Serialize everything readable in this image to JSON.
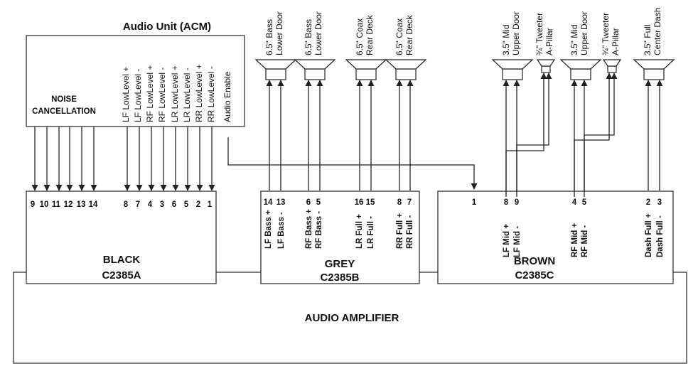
{
  "title": "Audio Unit (ACM)",
  "noise_cancellation": [
    "NOISE",
    "CANCELLATION"
  ],
  "acm_signals": [
    "LF LowLevel +",
    "LF LowLevel -",
    "RF LowLevel +",
    "RF LowLevel -",
    "LR LowLevel +",
    "LR LowLevel -",
    "RR LowLevel +",
    "RR LowLevel -",
    "Audio Enable"
  ],
  "amplifier": "AUDIO AMPLIFIER",
  "connectors": [
    {
      "name": "BLACK",
      "code": "C2385A"
    },
    {
      "name": "GREY",
      "code": "C2385B"
    },
    {
      "name": "BROWN",
      "code": "C2385C"
    }
  ],
  "black_pins": [
    "9",
    "10",
    "11",
    "12",
    "13",
    "14",
    "8",
    "7",
    "4",
    "3",
    "6",
    "5",
    "2",
    "1"
  ],
  "grey_pins": [
    "14",
    "13",
    "6",
    "5",
    "16",
    "15",
    "8",
    "7"
  ],
  "grey_signals": [
    "LF Bass +",
    "LF Bass -",
    "RF Bass +",
    "RF Bass -",
    "LR Full +",
    "LR Full -",
    "RR Full +",
    "RR Full -"
  ],
  "brown_pins": [
    "1",
    "8",
    "9",
    "4",
    "5",
    "2",
    "3"
  ],
  "brown_signals": [
    "LF Mid +",
    "LF Mid -",
    "RF Mid +",
    "RF Mid -",
    "Dash Full +",
    "Dash Full -"
  ],
  "speakers": [
    {
      "line1": "6.5\" Bass",
      "line2": "Lower Door"
    },
    {
      "line1": "6.5\" Bass",
      "line2": "Lower Door"
    },
    {
      "line1": "6.5\" Coax",
      "line2": "Rear Deck"
    },
    {
      "line1": "6.5\" Coax",
      "line2": "Rear Deck"
    },
    {
      "line1": "3.5\" Mid",
      "line2": "Upper Door"
    },
    {
      "line1": "¾\" Tweeter",
      "line2": "A-Pillar"
    },
    {
      "line1": "3.5\" Mid",
      "line2": "Upper Door"
    },
    {
      "line1": "¾\" Tweeter",
      "line2": "A-Pillar"
    },
    {
      "line1": "3.5\" Full",
      "line2": "Center Dash"
    }
  ]
}
